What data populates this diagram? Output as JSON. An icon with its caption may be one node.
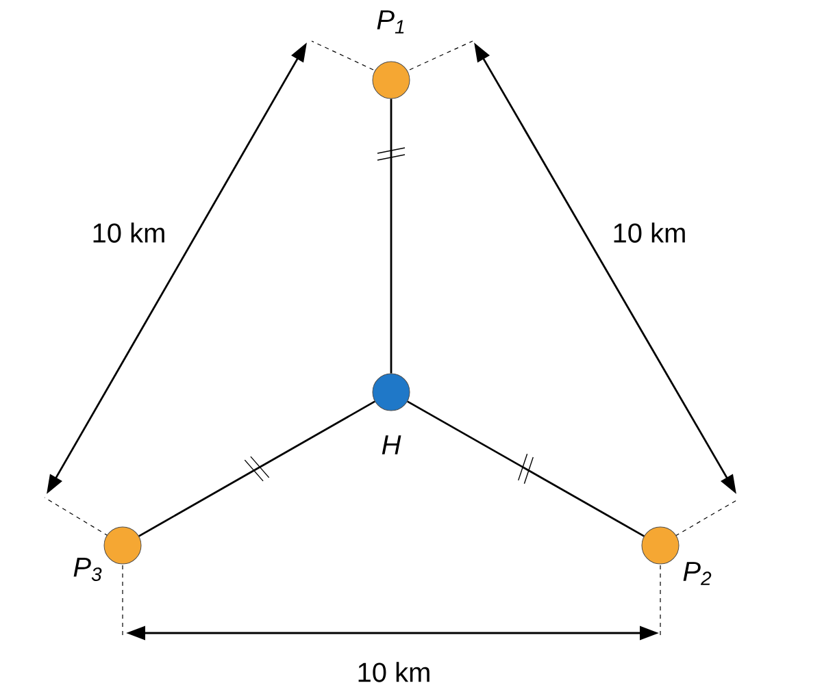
{
  "diagram": {
    "nodes": [
      {
        "text": [
          "P$_{1}$"
        ]
      },
      {
        "text": [
          "P$_{2}$"
        ]
      },
      {
        "text": [
          "P$_{3}$"
        ]
      },
      {
        "text": [
          "H"
        ]
      }
    ],
    "edges": [
      {
        "from": 3,
        "to": 0,
        "arrow": "none"
      },
      {
        "from": 3,
        "to": 2,
        "arrow": "none"
      },
      {
        "from": 3,
        "to": 1,
        "arrow": "none"
      }
    ],
    "labels": [
      "10 km",
      "10 km",
      "10 km"
    ]
  }
}
